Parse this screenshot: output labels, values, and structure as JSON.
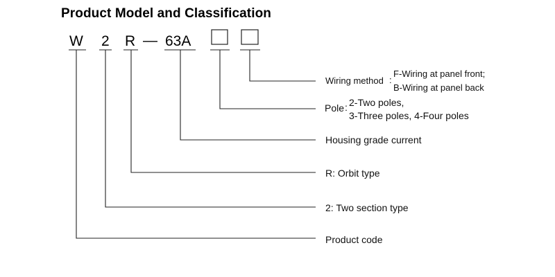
{
  "title": "Product Model and Classification",
  "code": {
    "w": "W",
    "two": "2",
    "r": "R",
    "dash": "—",
    "current": "63A"
  },
  "labels": {
    "wiring_method": "Wiring method",
    "wiring_sep": ":",
    "wiring_f": "F-Wiring at panel front;",
    "wiring_b": "B-Wiring at panel back",
    "pole": "Pole",
    "pole_sep": ":",
    "pole_line1": "2-Two poles,",
    "pole_line2": "3-Three poles, 4-Four poles",
    "housing": "Housing grade current",
    "orbit": "R: Orbit type",
    "section": "2: Two section type",
    "product_code": "Product code"
  }
}
